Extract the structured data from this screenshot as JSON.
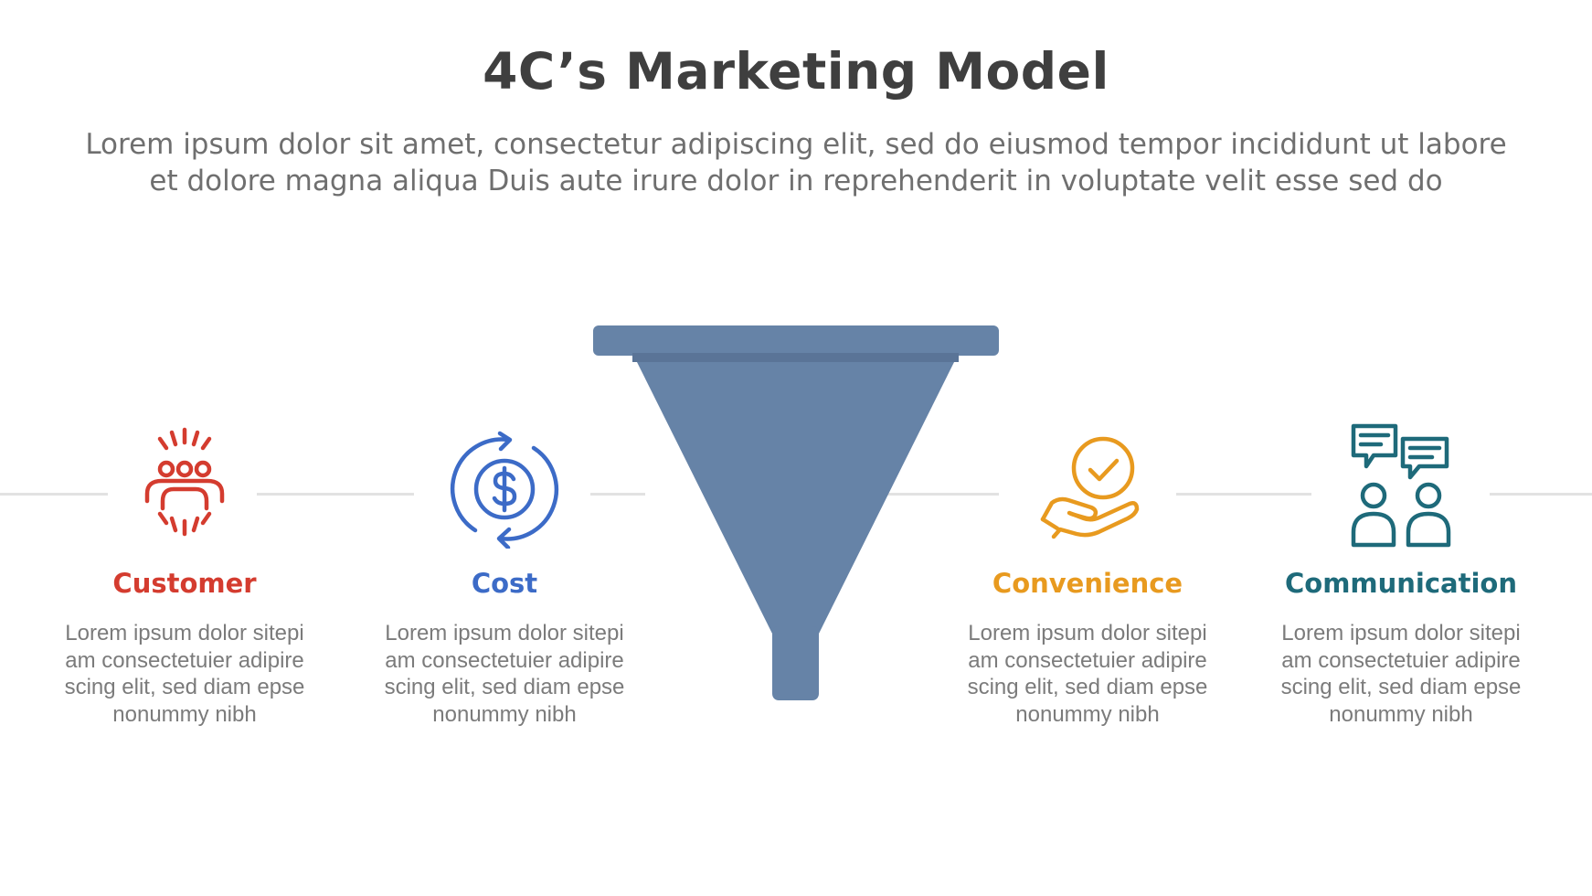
{
  "title": "4C’s Marketing Model",
  "subtitle_lines": [
    "Lorem ipsum dolor sit amet, consectetur adipiscing elit, sed do eiusmod tempor incididunt ut labore",
    "et dolore magna aliqua Duis aute irure dolor in reprehenderit in voluptate velit esse sed do"
  ],
  "colors": {
    "title": "#3f3f3f",
    "funnel": "#6683a7",
    "funnel_dark": "#5a7497",
    "line": "#e2e2e2",
    "customer": "#d43c2f",
    "cost": "#3c6bc7",
    "convenience": "#e89a1f",
    "communication": "#1e6a7a"
  },
  "items": [
    {
      "label": "Customer",
      "icon": "customer-group-icon",
      "color": "#d43c2f",
      "desc": [
        "Lorem ipsum dolor sitepi",
        "am consectetuier adipire",
        "scing elit, sed diam epse",
        "nonummy nibh"
      ]
    },
    {
      "label": "Cost",
      "icon": "cost-dollar-cycle-icon",
      "color": "#3c6bc7",
      "desc": [
        "Lorem ipsum dolor sitepi",
        "am consectetuier adipire",
        "scing elit, sed diam epse",
        "nonummy nibh"
      ]
    },
    {
      "label": "Convenience",
      "icon": "convenience-hand-check-icon",
      "color": "#e89a1f",
      "desc": [
        "Lorem ipsum dolor sitepi",
        "am consectetuier adipire",
        "scing elit, sed diam epse",
        "nonummy nibh"
      ]
    },
    {
      "label": "Communication",
      "icon": "communication-people-chat-icon",
      "color": "#1e6a7a",
      "desc": [
        "Lorem ipsum dolor sitepi",
        "am consectetuier adipire",
        "scing elit, sed diam epse",
        "nonummy nibh"
      ]
    }
  ]
}
